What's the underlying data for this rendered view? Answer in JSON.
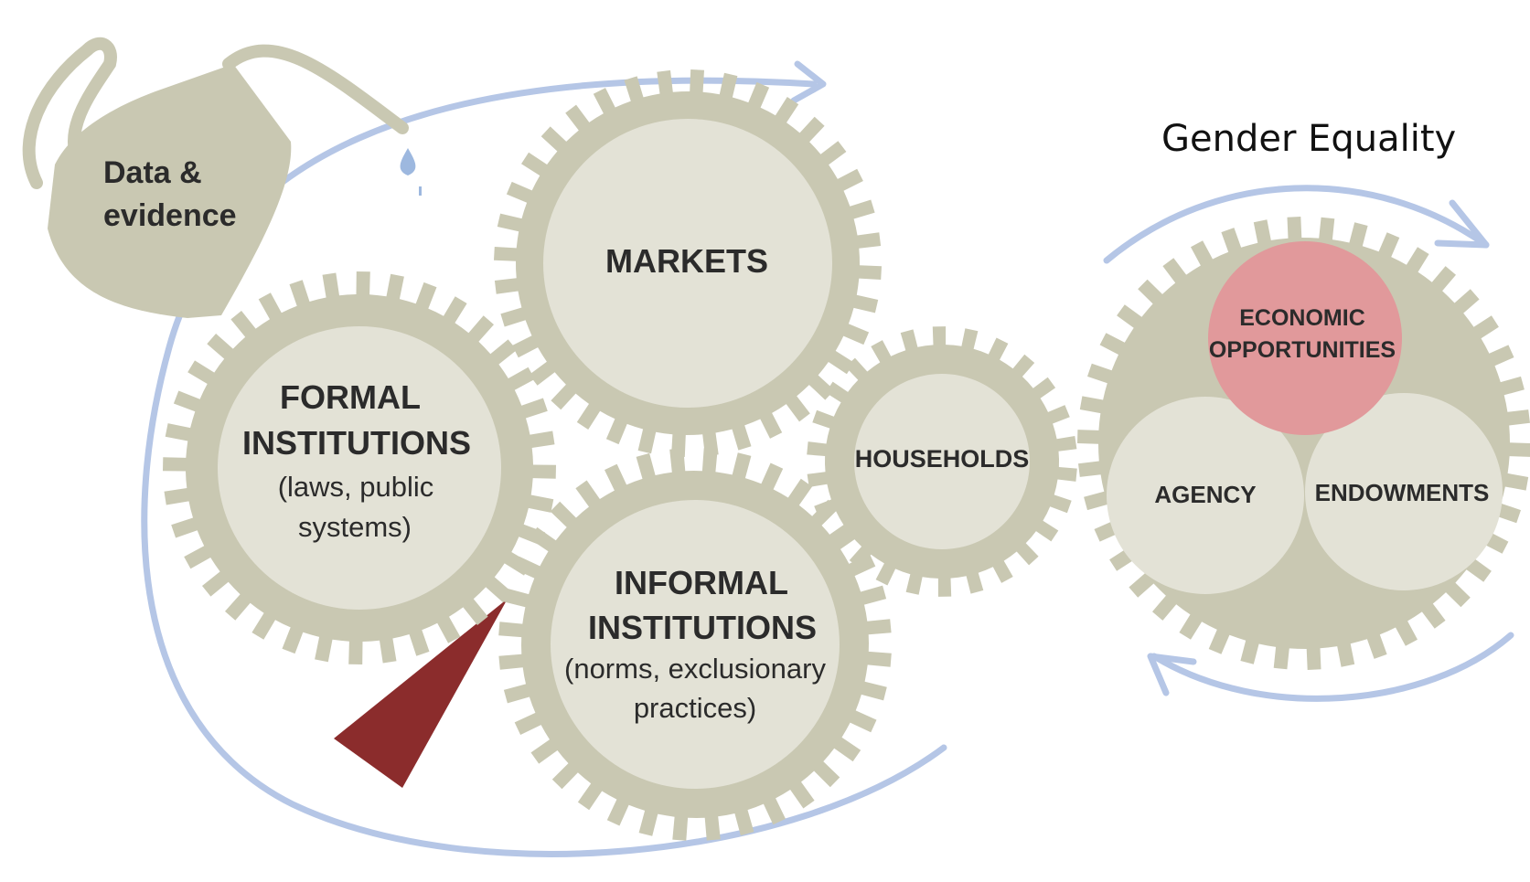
{
  "diagram": {
    "title": "Gender Equality",
    "data_can": {
      "line1": "Data &",
      "line2": "evidence"
    },
    "gears": {
      "markets": {
        "label": "MARKETS"
      },
      "formal": {
        "line1": "FORMAL",
        "line2": "INSTITUTIONS",
        "line3": "(laws, public",
        "line4": "systems)"
      },
      "informal": {
        "line1": "INFORMAL",
        "line2": "INSTITUTIONS",
        "line3": "(norms, exclusionary",
        "line4": "practices)"
      },
      "households": {
        "label": "HOUSEHOLDS"
      }
    },
    "outcomes": {
      "economic_line1": "ECONOMIC",
      "economic_line2": "OPPORTUNITIES",
      "agency": "AGENCY",
      "endowments": "ENDOWMENTS"
    },
    "colors": {
      "gear": "#c9c8b2",
      "gear_inner": "#e3e2d6",
      "arrow": "#b5c6e6",
      "wedge": "#8b2c2c",
      "economic_circle": "#e1999b",
      "text": "#2b2b2b"
    }
  }
}
